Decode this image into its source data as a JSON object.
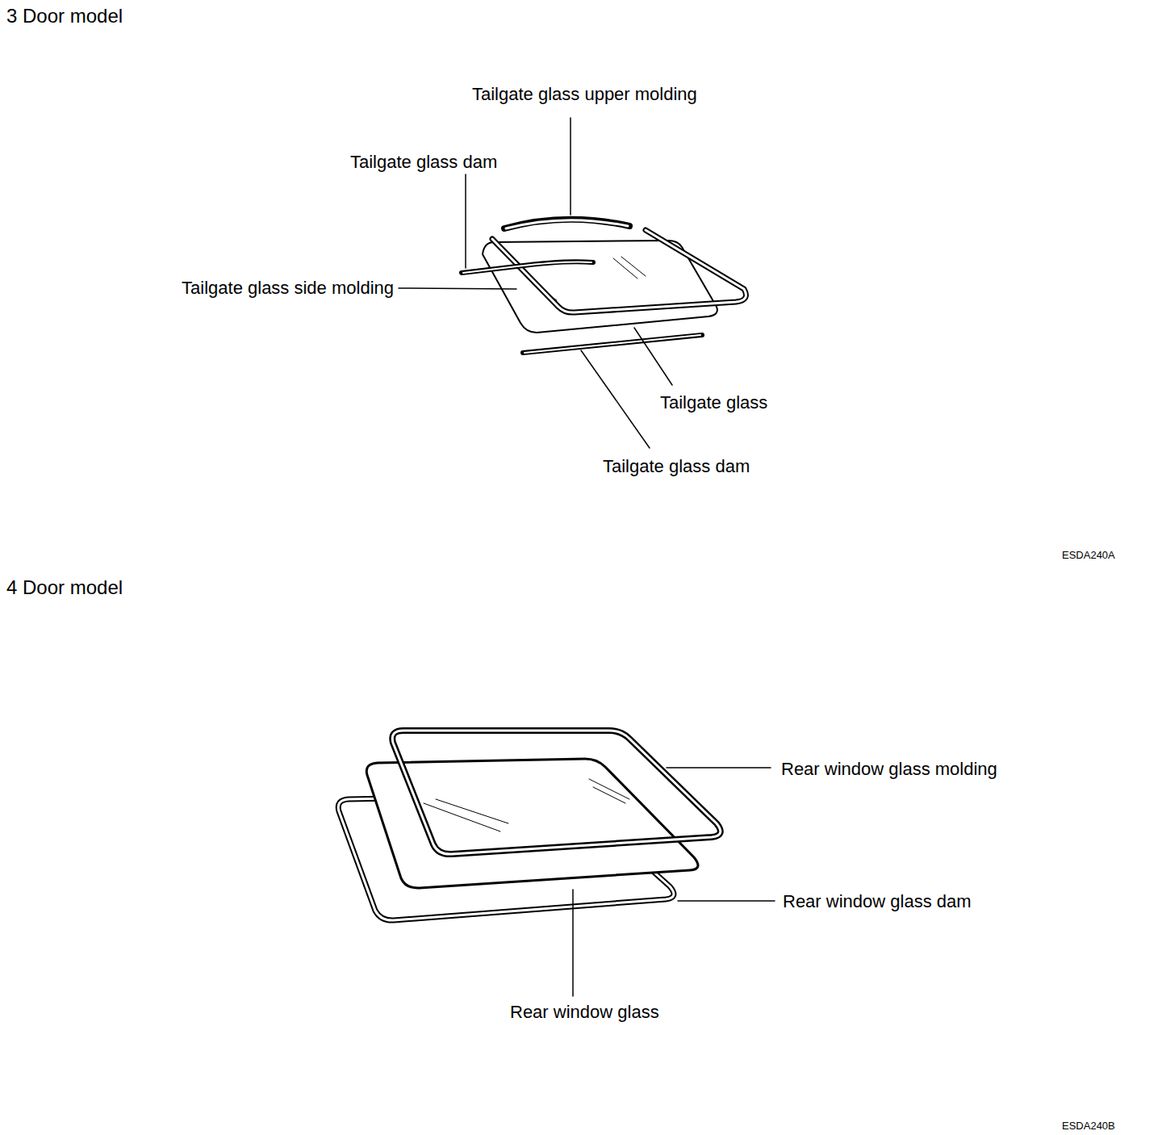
{
  "diagram": {
    "labels": [
      "3 Door model",
      "Tailgate glass upper molding",
      "Tailgate glass dam",
      "Tailgate glass side molding",
      "Tailgate glass",
      "Tailgate glass dam",
      "ESDA240A",
      "4 Door model",
      "Rear window glass molding",
      "Rear window glass dam",
      "Rear window glass",
      "ESDA240B"
    ]
  }
}
